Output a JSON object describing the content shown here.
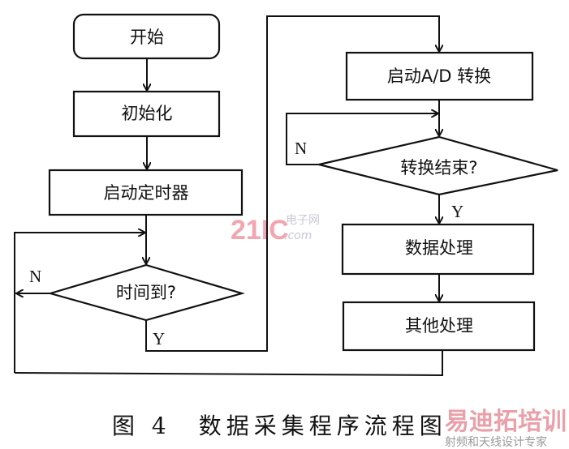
{
  "nodes": {
    "start": "开始",
    "init": "初始化",
    "start_timer": "启动定时器",
    "time_up": "时间到?",
    "start_ad": "启动A/D 转换",
    "conv_done": "转换结束?",
    "data_proc": "数据处理",
    "other_proc": "其他处理"
  },
  "branch_labels": {
    "time_no": "N",
    "time_yes": "Y",
    "conv_no": "N",
    "conv_yes": "Y"
  },
  "caption": "图 4　数据采集程序流程图",
  "watermarks": {
    "site1": "21IC",
    "site1_sub": "电子网",
    "site1_dom": ".com",
    "site2": "易迪拓培训",
    "site2_sub": "射频和天线设计专家"
  }
}
